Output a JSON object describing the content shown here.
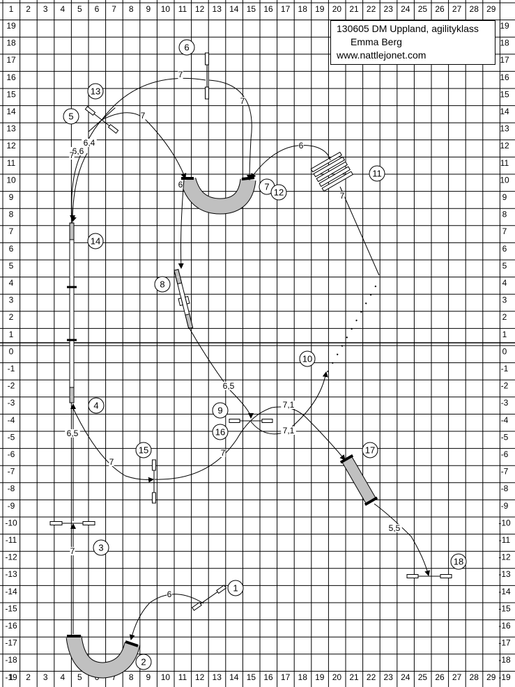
{
  "info": {
    "title": "130605 DM Uppland, agilityklass",
    "judge": "Emma Berg",
    "website": "www.nattlejonet.com"
  },
  "grid": {
    "x_labels": [
      "1",
      "2",
      "3",
      "4",
      "5",
      "6",
      "7",
      "8",
      "9",
      "10",
      "11",
      "12",
      "13",
      "14",
      "15",
      "16",
      "17",
      "18",
      "19",
      "20",
      "21",
      "22",
      "23",
      "24",
      "25",
      "26",
      "27",
      "28",
      "29"
    ],
    "y_labels": [
      "19",
      "18",
      "17",
      "16",
      "15",
      "14",
      "13",
      "12",
      "11",
      "10",
      "9",
      "8",
      "7",
      "6",
      "5",
      "4",
      "3",
      "2",
      "1",
      "0",
      "-1",
      "-2",
      "-3",
      "-4",
      "-5",
      "-6",
      "-7",
      "-8",
      "-9",
      "-10",
      "-11",
      "-12",
      "-13",
      "-14",
      "-15",
      "-16",
      "-17",
      "-18",
      "-19"
    ]
  },
  "obstacle_numbers": [
    "1",
    "2",
    "3",
    "4",
    "5",
    "6",
    "7",
    "8",
    "9",
    "10",
    "11",
    "12",
    "13",
    "14",
    "15",
    "16",
    "17",
    "18"
  ],
  "distances": [
    "6",
    "7",
    "6,5",
    "7",
    "7",
    "6,4",
    "6,6",
    "7",
    "7",
    "6",
    "6",
    "7",
    "6,5",
    "7,1",
    "7,1",
    "7",
    "7",
    "5,5"
  ],
  "colors": {
    "grid": "#000000",
    "equipment_fill": "#c0c0c0",
    "line": "#000000"
  }
}
